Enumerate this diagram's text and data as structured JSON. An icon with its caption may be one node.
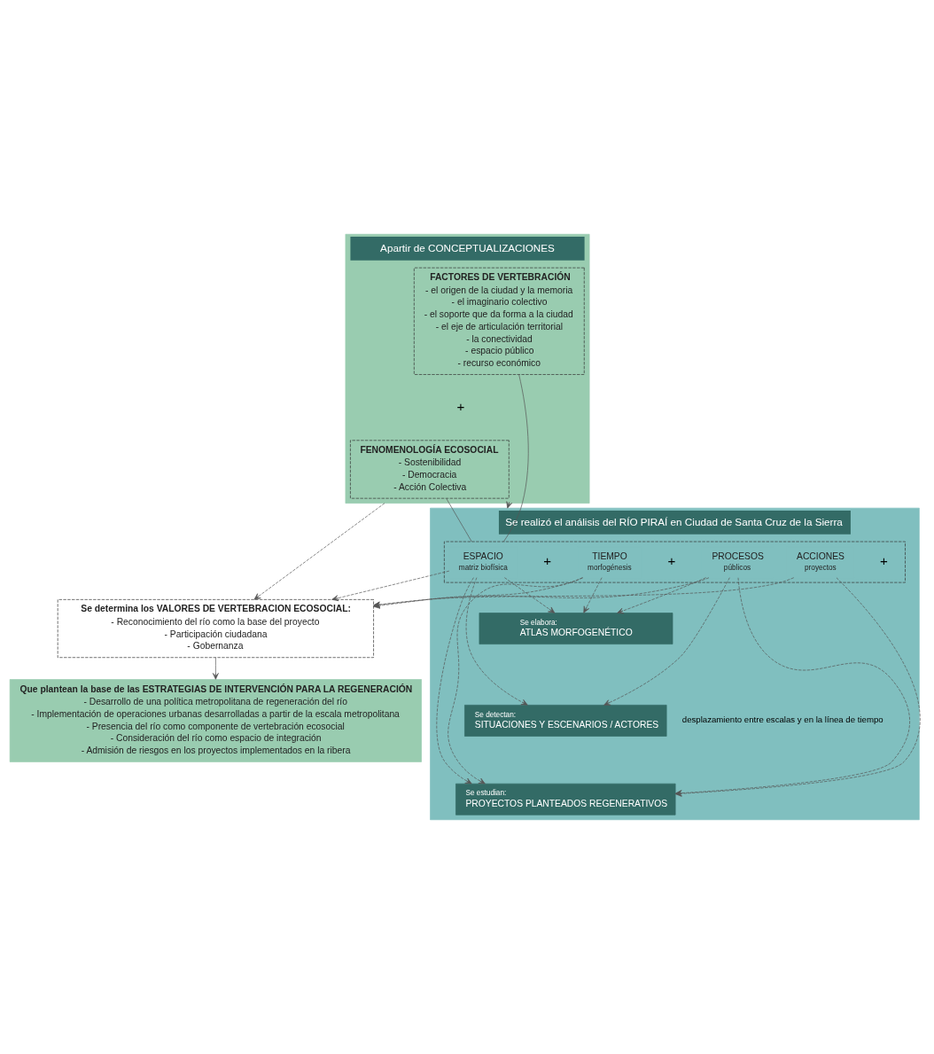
{
  "diagram": {
    "nodes": [
      {
        "text": [
          "Apartir de CONCEPTUALIZACIONES"
        ]
      },
      {
        "text": [
          "FACTORES DE VERTEBRACIÓN",
          "- el origen de la ciudad y la memoria",
          "- el imaginario colectivo",
          "- el soporte que da forma a la ciudad",
          "- el eje de articulación territorial",
          "- la conectividad",
          "- espacio público",
          "- recurso económico"
        ],
        "in": 0
      },
      {
        "text": [
          "FENOMENOLOGÍA ECOSOCIAL",
          "- Sostenibilidad",
          "- Democracia",
          "- Acción Colectiva"
        ],
        "in": 0
      },
      {
        "text": [
          "Se realizó el análisis del RÍO PIRAÍ en Ciudad de Santa Cruz de la Sierra"
        ]
      },
      {
        "text": [],
        "shape": "box",
        "in": 3
      },
      {
        "text": [
          "ESPACIO",
          "matriz biofísica"
        ],
        "in": 4
      },
      {
        "text": [
          "TIEMPO",
          "morfogénesis"
        ],
        "in": 4
      },
      {
        "text": [
          "PROCESOS",
          "públicos"
        ],
        "in": 4
      },
      {
        "text": [
          "ACCIONES",
          "proyectos"
        ],
        "in": 4
      },
      {
        "text": [
          "Se elabora:",
          "ATLAS MORFOGENÉTICO"
        ],
        "in": 3
      },
      {
        "text": [
          "Se detectan:",
          "SITUACIONES Y ESCENARIOS / ACTORES"
        ],
        "in": 3
      },
      {
        "text": [
          "Se estudian:",
          "PROYECTOS PLANTEADOS REGENERATIVOS"
        ],
        "in": 3
      },
      {
        "text": [
          "Se determina los VALORES DE VERTEBRACION ECOSOCIAL:",
          "- Reconocimiento del río como la base del proyecto",
          "- Participación ciudadana",
          "- Gobernanza"
        ]
      },
      {
        "text": [
          "Que plantean la base de las ESTRATEGIAS DE INTERVENCIÓN PARA LA REGENERACIÓN",
          "- Desarrollo de una política metropolitana de regeneración del río",
          "- Implementación de operaciones urbanas desarrolladas a partir de la escala metropolitana",
          "- Presencia del río como componente de vertebración ecosocial",
          "- Consideración del río como espacio de integración",
          "- Admisión de riesgos en los proyectos implementados en la ribera"
        ]
      }
    ],
    "edges": [
      {
        "from": 0,
        "to": 3,
        "arrow": "to"
      },
      {
        "from": 1,
        "to": 4,
        "arrow": "none"
      },
      {
        "from": 2,
        "to": 4,
        "arrow": "none"
      },
      {
        "from": 5,
        "to": 9,
        "arrow": "to",
        "style": "dashed"
      },
      {
        "from": 6,
        "to": 9,
        "arrow": "to",
        "style": "dashed"
      },
      {
        "from": 7,
        "to": 9,
        "arrow": "to",
        "style": "dashed"
      },
      {
        "from": 5,
        "to": 10,
        "arrow": "to",
        "style": "dashed"
      },
      {
        "from": 7,
        "to": 10,
        "arrow": "to",
        "style": "dashed"
      },
      {
        "from": 5,
        "to": 11,
        "arrow": "to",
        "style": "dashed"
      },
      {
        "from": 6,
        "to": 11,
        "arrow": "to",
        "style": "dashed"
      },
      {
        "from": 7,
        "to": 11,
        "arrow": "to",
        "style": "dashed"
      },
      {
        "from": 8,
        "to": 11,
        "arrow": "to",
        "style": "dashed"
      },
      {
        "from": 0,
        "to": 12,
        "arrow": "to",
        "style": "dashed"
      },
      {
        "from": 5,
        "to": 12,
        "arrow": "to",
        "style": "dashed"
      },
      {
        "from": 6,
        "to": 12,
        "arrow": "to",
        "style": "dashed"
      },
      {
        "from": 7,
        "to": 12,
        "arrow": "to",
        "style": "dashed"
      },
      {
        "from": 8,
        "to": 12,
        "arrow": "to",
        "style": "dashed"
      },
      {
        "from": 12,
        "to": 13,
        "arrow": "to"
      }
    ],
    "labels": [
      "+",
      "+",
      "+",
      "+",
      "desplazamiento entre escalas y en la línea de tiempo"
    ]
  }
}
